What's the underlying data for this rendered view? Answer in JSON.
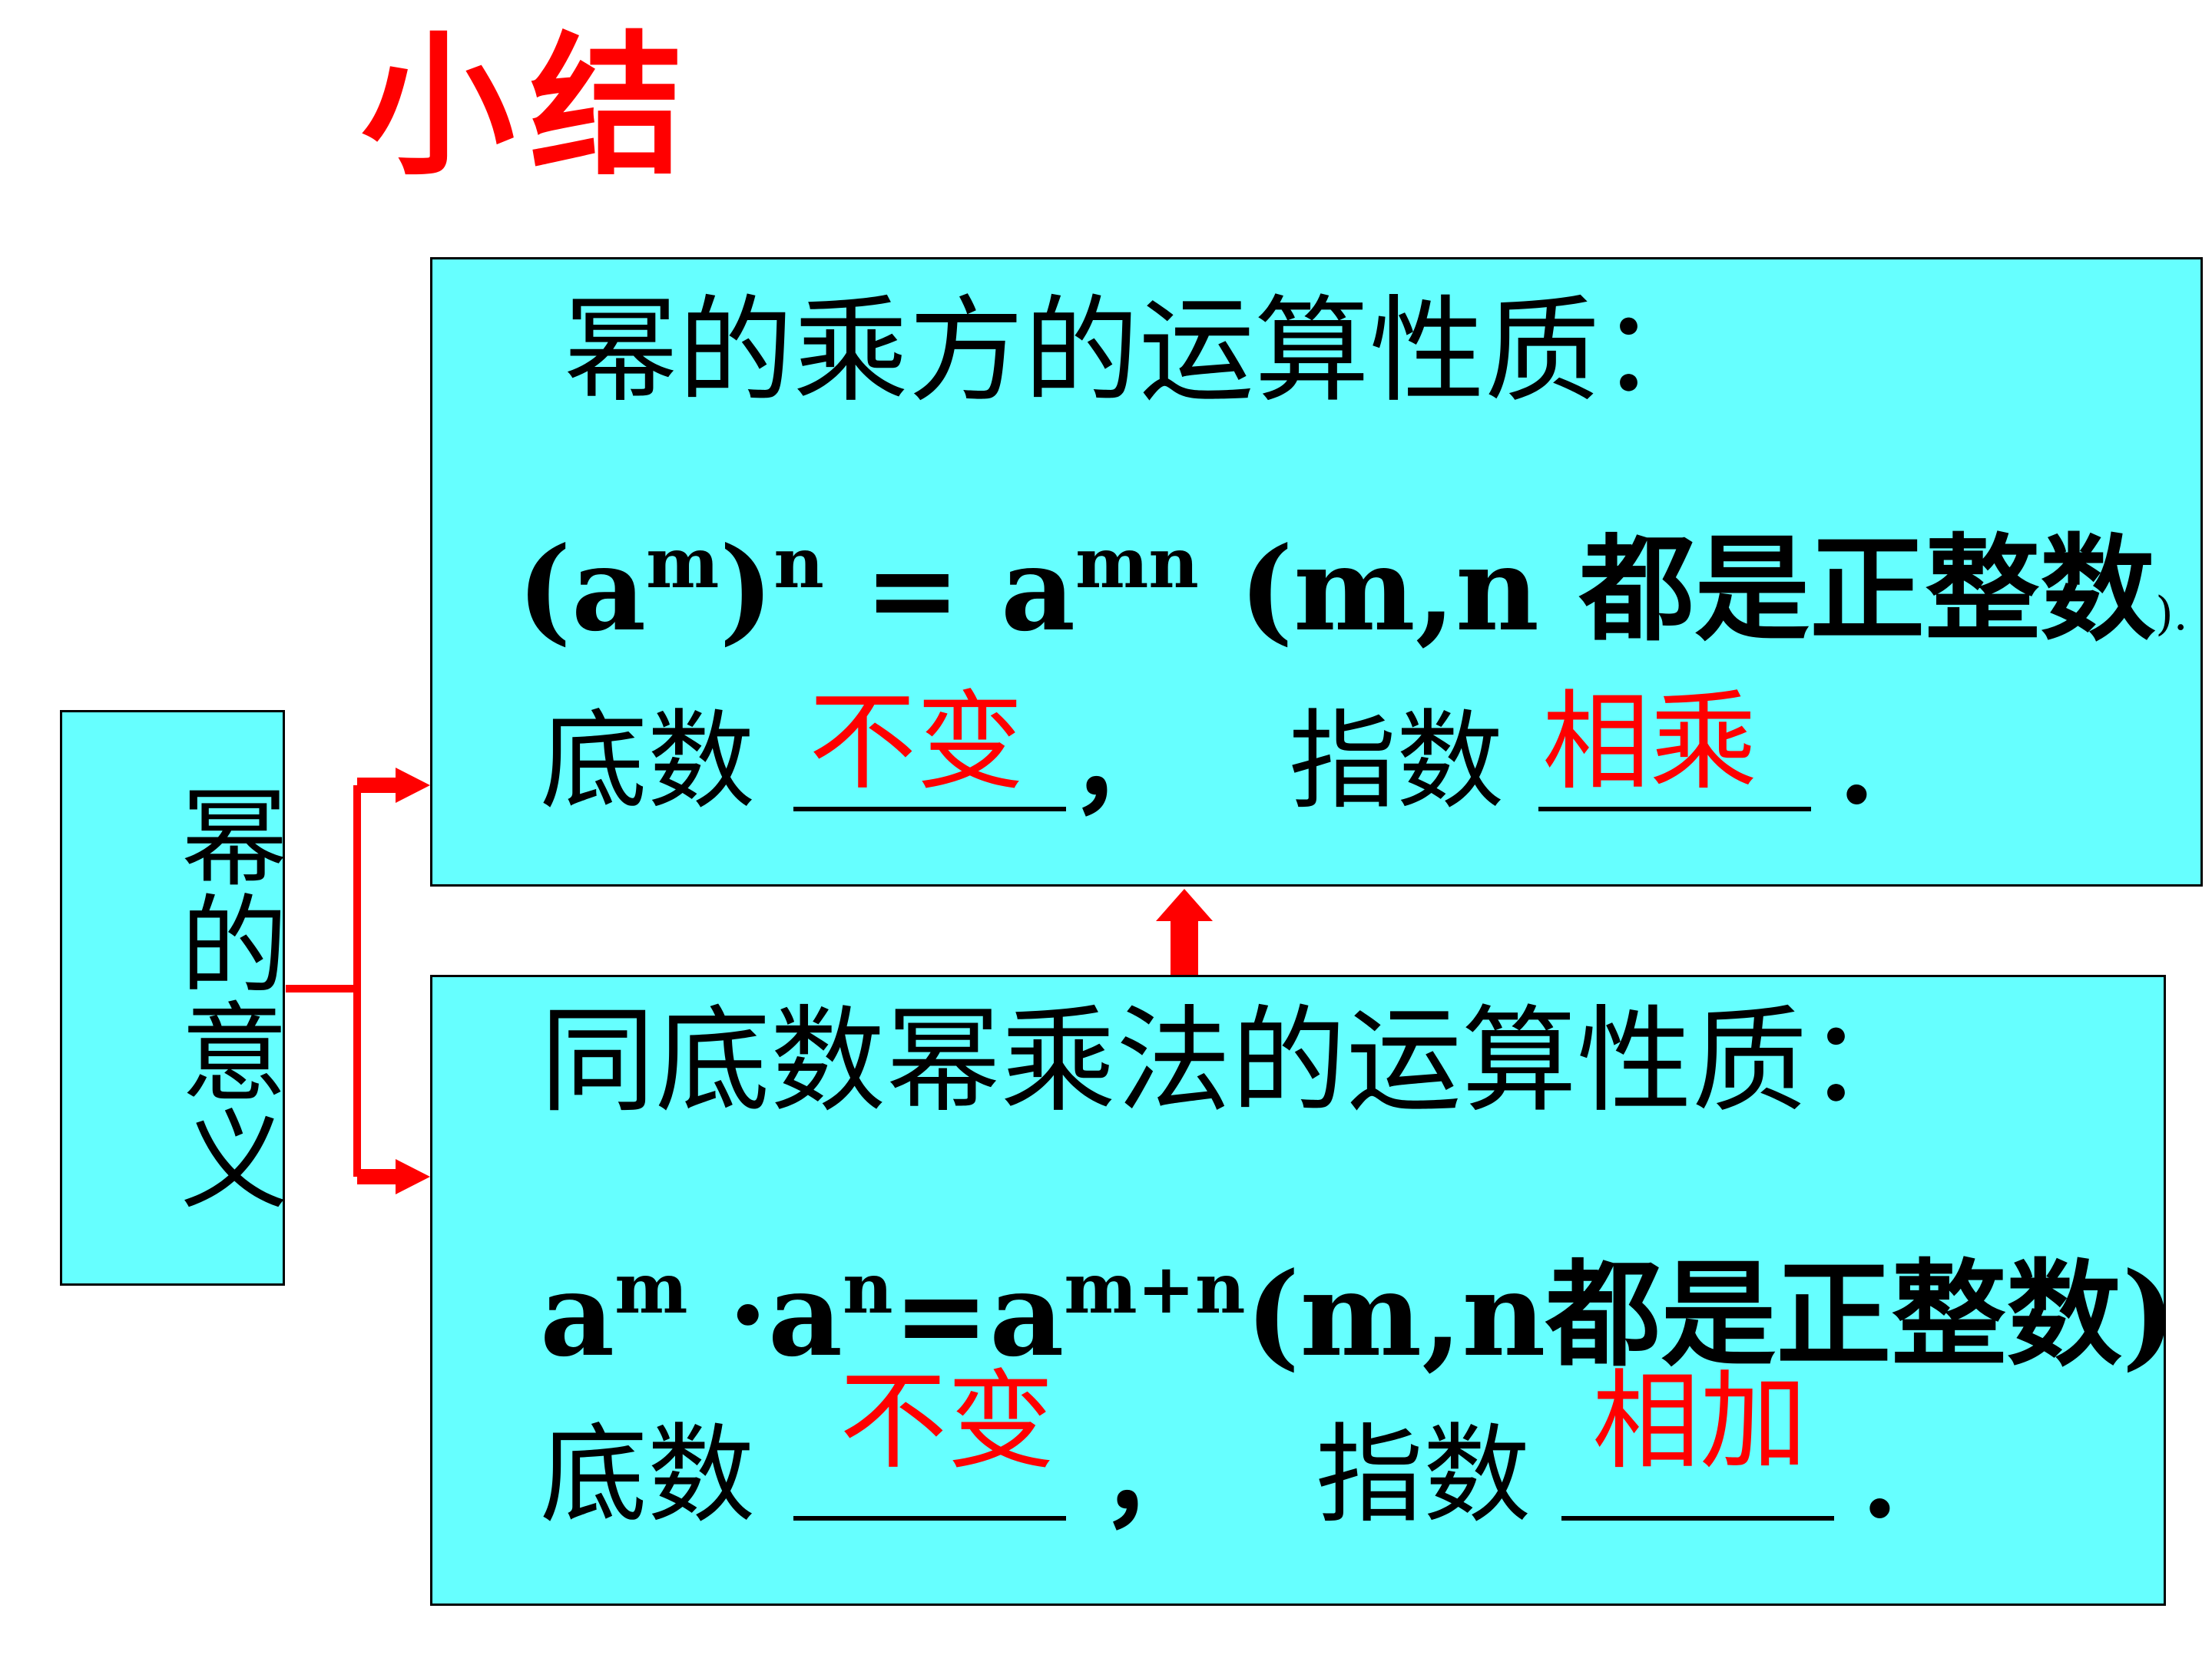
{
  "title": "小结",
  "left_label": "幂的意义",
  "power_of_power": {
    "heading": "幂的乘方的运算性质：",
    "formula_base_open": "(a",
    "formula_exp_m": "m",
    "formula_close": ")",
    "formula_exp_n": "n",
    "formula_eq": " = a",
    "formula_exp_mn": "mn",
    "formula_cond_pre": " (m,n ",
    "formula_cond_cn": "都是正整数",
    "formula_cond_end": ").",
    "base_label": "底数",
    "base_answer": "不变",
    "base_punct": "，",
    "exp_label": "指数",
    "exp_answer": "相乘",
    "exp_punct": "."
  },
  "product_rule": {
    "heading": "同底数幂乘法的运算性质：",
    "formula_a1": "a",
    "formula_exp_m": "m",
    "formula_dot": " ·",
    "formula_a2": "a",
    "formula_exp_n": "n",
    "formula_eq": "=a",
    "formula_exp_sum": "m+n",
    "formula_cond_pre": "(m,n",
    "formula_cond_cn": "都是正整数",
    "formula_cond_end": ")",
    "base_label": "底数",
    "base_answer": "不变",
    "base_punct": "，",
    "exp_label": "指数",
    "exp_answer": "相加",
    "exp_punct": "."
  },
  "colors": {
    "box_fill": "#66ffff",
    "accent": "#ff0000"
  }
}
